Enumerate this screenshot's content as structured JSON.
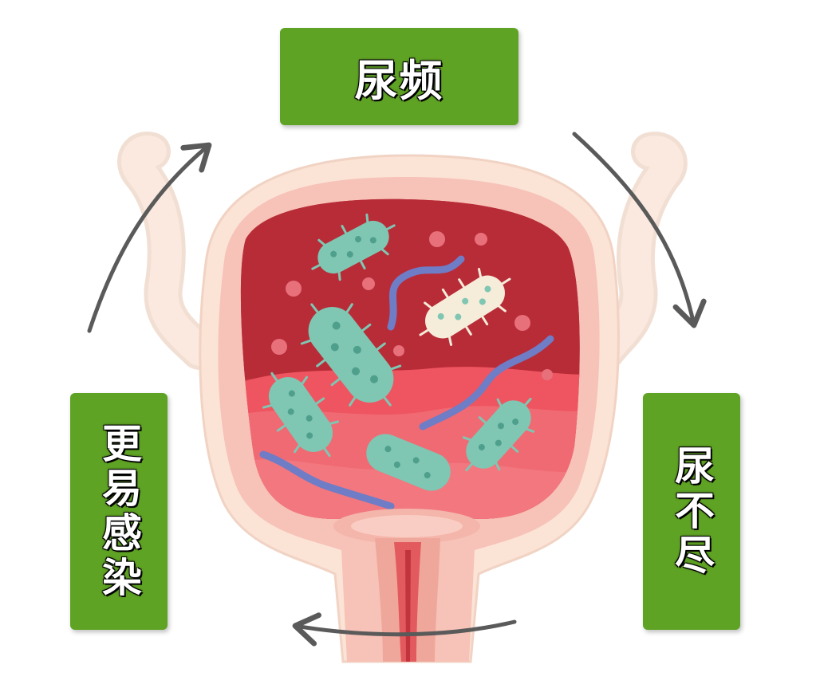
{
  "labels": {
    "top": "尿频",
    "right": "尿不尽",
    "left": "更易感染"
  },
  "colors": {
    "label_green": "#5fa324",
    "label_text": "#ffffff",
    "bladder_outer": "#fbe3d6",
    "bladder_wall": "#f6b8ac",
    "bladder_inner": "#c1343d",
    "urine_pool": "#ef5560",
    "bacteria_teal": "#7fc6b3",
    "bacteria_cream": "#f5ecd9",
    "worm_blue": "#6f7cc6",
    "arrow_gray": "#5a5a5a"
  },
  "icons": [
    "bladder-illustration",
    "bacteria-icon",
    "cycle-arrow"
  ]
}
